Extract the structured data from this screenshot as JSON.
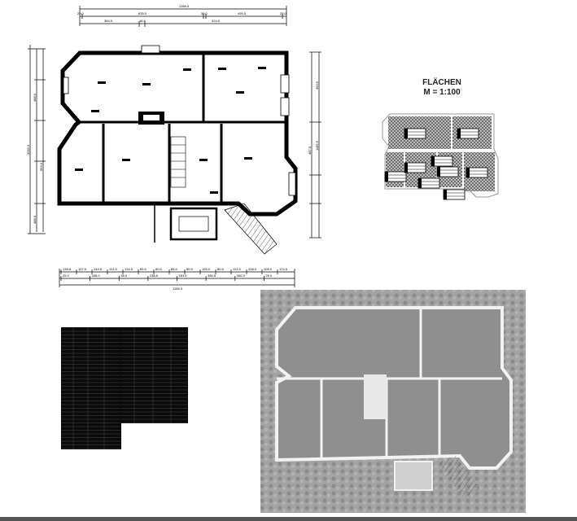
{
  "drawing": {
    "top_dimensions": {
      "overall": "1369.5",
      "row2": [
        "25.0",
        "835.0",
        "38.0",
        "495.5",
        "25.0"
      ],
      "row3": [
        "384.5",
        "46.5",
        "924.0"
      ]
    },
    "bottom_dimensions": {
      "row1": [
        "138.8",
        "107.5",
        "143.5",
        "113.5",
        "134.5",
        "85.5",
        "80.5",
        "85.5",
        "80.5",
        "105.0",
        "80.5",
        "113.5",
        "208.0",
        "105.0",
        "174.5"
      ],
      "row2": [
        "25.0",
        "345.0",
        "38.0",
        "238.8",
        "163.5",
        "350.5",
        "450.0",
        "25.0"
      ],
      "overall": "1369.5"
    },
    "left_dimensions": [
      "1093.0",
      "488.0",
      "663.0",
      "488.0"
    ],
    "right_dimensions": [
      "1185.5",
      "487.0",
      "493.5"
    ]
  },
  "areas_panel": {
    "title": "FLÄCHEN",
    "scale": "M = 1:100"
  },
  "colors": {
    "wall": "#000000",
    "hatch": "#8a8a8a",
    "photo_bg": "#9a9a9a",
    "table_bg": "#0a0a0a",
    "bottom_bar": "#555555"
  }
}
